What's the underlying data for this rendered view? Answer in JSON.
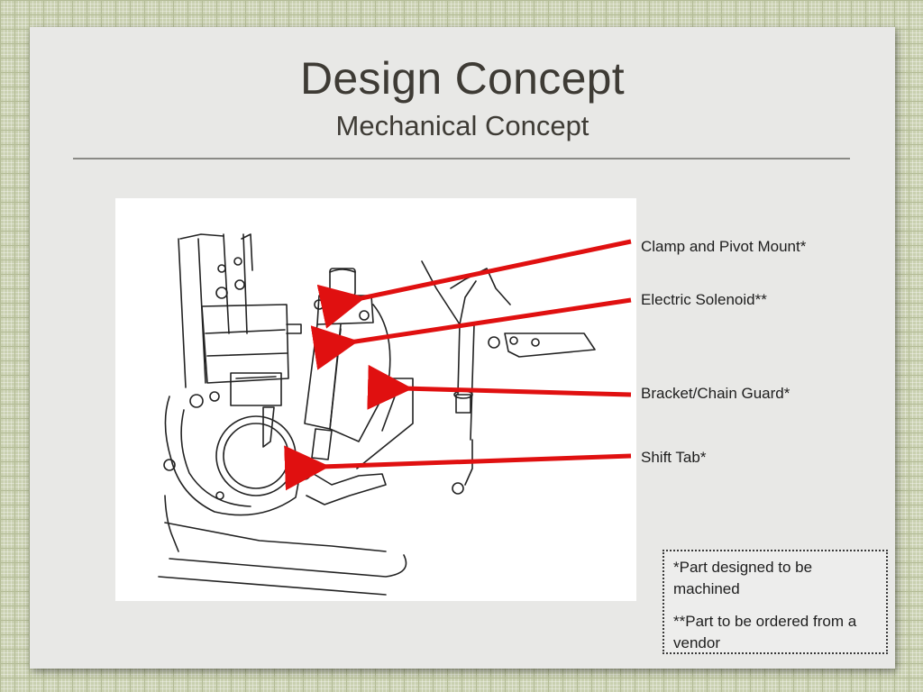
{
  "slide": {
    "title": "Design Concept",
    "subtitle": "Mechanical Concept"
  },
  "callouts": [
    {
      "label": "Clamp and Pivot Mount*"
    },
    {
      "label": "Electric Solenoid**"
    },
    {
      "label": "Bracket/Chain Guard*"
    },
    {
      "label": "Shift Tab*"
    }
  ],
  "notes": {
    "machined": "*Part designed to be machined",
    "vendor": "**Part to be ordered from a vendor"
  },
  "colors": {
    "arrow": "#e01010",
    "background_grid": "#c9d0b0",
    "slide": "#e8e8e6"
  }
}
